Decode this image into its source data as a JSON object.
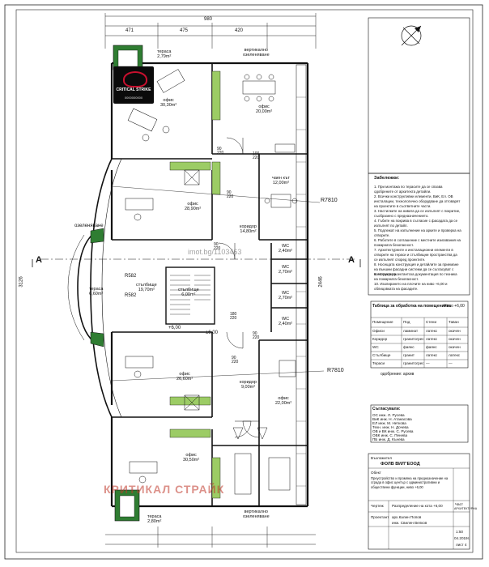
{
  "colors": {
    "line": "#111111",
    "balcony_green": "#2f7d32",
    "furniture_green": "#9ccc65",
    "watermark_red": "#c0392b"
  },
  "drawing": {
    "dimensions": {
      "top_total": "980",
      "top_a": "471",
      "top_b": "475",
      "top_c": "420",
      "right_total": "2446",
      "left_total": "3126"
    },
    "rooms": {
      "terrace_top": "тераса\n2,79m²",
      "office_top_left": "офис\n30,30m²",
      "office_top_right": "офис\n20,00m²",
      "office_mid_left": "офис\n28,90m²",
      "office_lower_left": "офис\n26,60m²",
      "office_bottom": "офис\n30,50m²",
      "office_right_lower": "офис\n22,00m²",
      "corridor_1": "коридор\n14,80m²",
      "corridor_2": "коридор\n9,00m²",
      "tea_kitchen": "чаен кът\n12,00m²",
      "stair_hall": "стълбище\n19,70m²",
      "staircase": "стълбище\n6,00m²",
      "terrace_left": "тераса\n6,60m²",
      "terrace_bottom": "тераса\n2,80m²",
      "wc_1": "WC\n2,70m²",
      "wc_2": "WC\n2,70m²",
      "wc_3": "WC\n2,40m²",
      "wc_4": "WC\n2,40m²",
      "vent": "вертикално\nозеленяване",
      "vent_bottom": "вертикално\nозеленяване",
      "greening": "озеленяване",
      "level": "+6,00"
    },
    "section_labels": [
      "A",
      "A"
    ],
    "radius_labels": [
      "R7810",
      "R7810",
      "R582",
      "R582"
    ],
    "elevation": "±6,00",
    "door_dims": [
      "90\n220",
      "90\n220",
      "90\n220",
      "90\n220",
      "180\n220",
      "100\n220",
      "90\n220"
    ]
  },
  "notes": {
    "title": "Забележки:",
    "items": [
      "1. При монтажа по терасите да се спазва одобрените от архитекта детайли.",
      "2. Всички конструктивни елементи, ВиК, Ел. ОВ инсталации, технологично оборудване да отговарят на проектите в съответните части.",
      "3. Настилките на нивата да се изпълнят с покритие, съобразено с предназначението.",
      "4. Гъбите на покрива в съгласие с фасадата да се изпълнят по детайл.",
      "5. Подлежат на изпълнение на арките и проверка на отворите.",
      "6. Работите в соглашение с местните изисквания на пожарната безопасност.",
      "7. Архитектурните и инсталационни елементи в отворите на тераси и стълбищни пространства да се изпълнят според проектите.",
      "8. Носещата конструкция и детайлите за приемане на външни фасадни системи да се съгласуват с конструктора.",
      "9. Носеща проектантска документация по техника на пожарната безопасност.",
      "10. Изолирането на плочите на ниво +6,00 и облицовката на фасадите."
    ]
  },
  "table": {
    "title": "Таблица за обработка на помещенията",
    "level": "Ниво +6,00",
    "headers": [
      "Помещение",
      "Под",
      "Стени",
      "Таван"
    ],
    "rows": [
      [
        "Офиси",
        "ламинат",
        "латекс",
        "окачен"
      ],
      [
        "Коридор",
        "гранитогрес",
        "латекс",
        "окачен"
      ],
      [
        "WC",
        "фаянс",
        "фаянс",
        "окачен"
      ],
      [
        "Стълбище",
        "гранит",
        "латекс",
        "латекс"
      ],
      [
        "Тераси",
        "гранитогрес",
        "—",
        "—"
      ]
    ],
    "footer": "одобрение: архив"
  },
  "coordination": {
    "title": "Съгласували:",
    "items": [
      "ОС инж. Л. Русева",
      "ВиК инж. Н. Атанасова",
      "ЕЛ инж. М. Неткова",
      "Техн. инж. Н. Дочева",
      "ОВ и ВК инж. С. Русева",
      "ОВК инж. С. Пенева",
      "ПБ инж. Д. Кънева"
    ]
  },
  "title_block": {
    "investor_label": "Възложител",
    "investor": "ФОЛВ ВИЛ\"ЕООД",
    "object_label": "Обект",
    "object": "Преустройство и промяна на предназначение на сграда в офис център с административни и обществени функции, ниво +6,00",
    "drawing_label": "Чертеж",
    "drawing": "Разпределение на кота +6,00",
    "part_label": "Част",
    "part": "АРХИТЕКТУРНА",
    "designer_label": "Проектант",
    "designer": "арх.Калин Попов",
    "drafter": "инж. Свилен Велков",
    "scale": "1:50",
    "date": "04.2019г.",
    "sheet": "лист 4"
  },
  "watermark": {
    "text": "КРИТИКАЛ СТРАЙК",
    "url": "imot.bg/1103463",
    "logo_brand": "CRITICAL STRIKE",
    "logo_phone": "0000000000"
  }
}
